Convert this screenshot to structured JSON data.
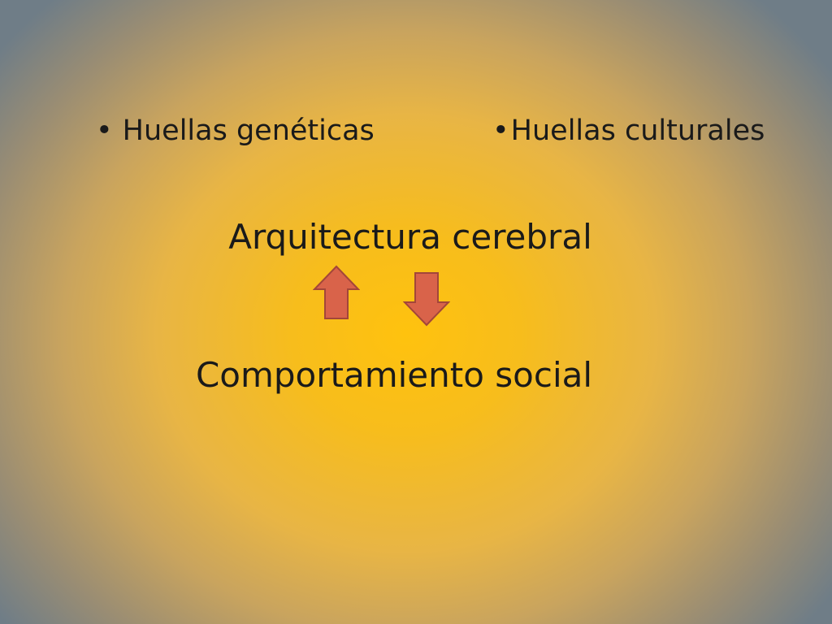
{
  "slide": {
    "bullets": [
      {
        "marker": "•",
        "text": "Huellas genéticas"
      },
      {
        "marker": "•",
        "text": "Huellas culturales"
      }
    ],
    "top_concept": "Arquitectura cerebral",
    "bottom_concept": "Comportamiento social",
    "arrows": [
      {
        "direction": "up",
        "icon": "arrow-up-icon",
        "fill": "#d9634a",
        "stroke": "#a3463a"
      },
      {
        "direction": "down",
        "icon": "arrow-down-icon",
        "fill": "#d9634a",
        "stroke": "#a3463a"
      }
    ]
  },
  "colors": {
    "background_center": "#ffc20e",
    "background_edge": "#6f7d87",
    "text": "#1a1a1a"
  }
}
